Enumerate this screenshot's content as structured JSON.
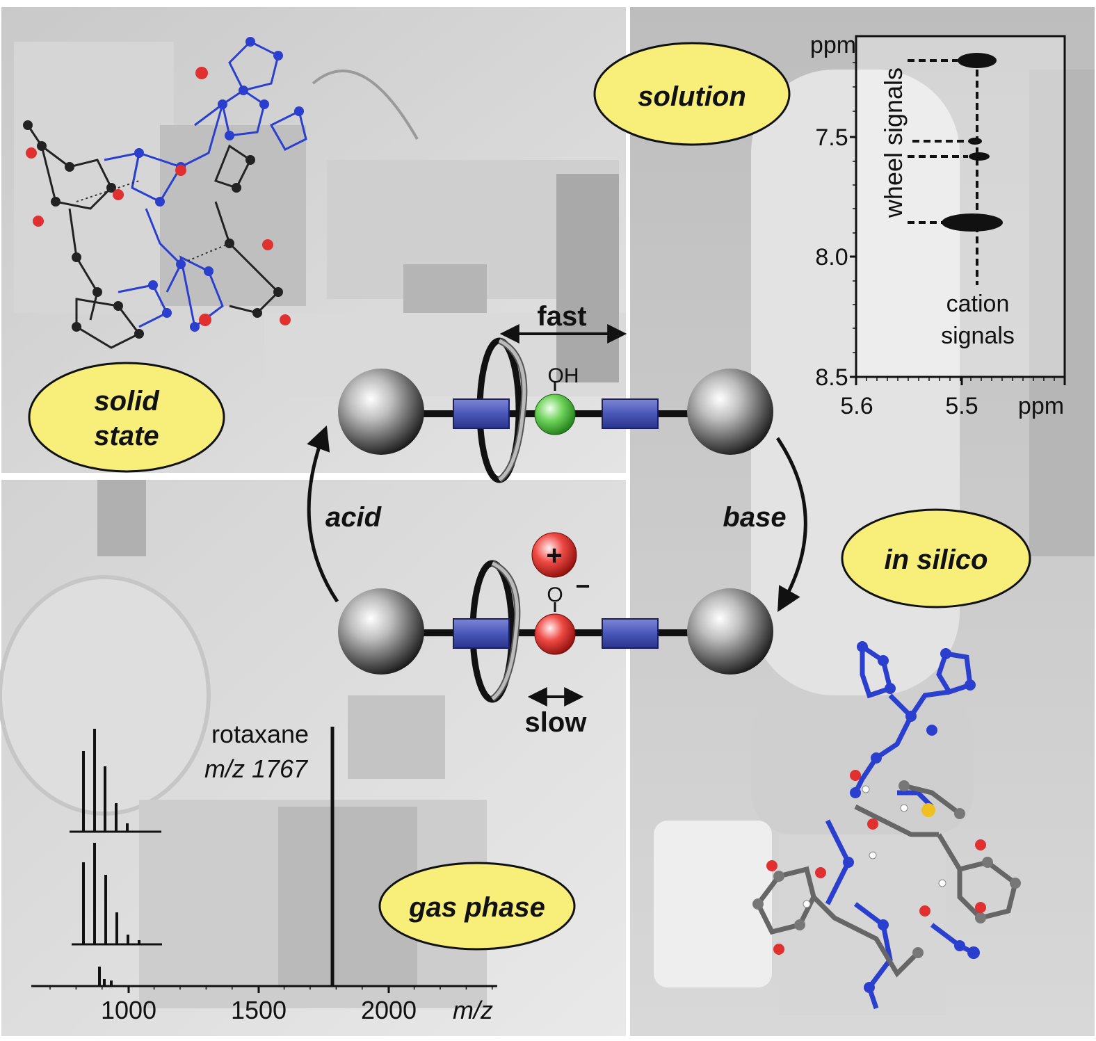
{
  "labels": {
    "solid_state_line1": "solid",
    "solid_state_line2": "state",
    "solution": "solution",
    "gas_phase": "gas phase",
    "in_silico": "in silico",
    "acid": "acid",
    "base": "base",
    "fast": "fast",
    "slow": "slow",
    "oh": "OH",
    "o_minus": "O",
    "plus": "+",
    "minus": "−"
  },
  "nmr": {
    "y_unit": "ppm",
    "x_unit": "ppm",
    "wheel_label": "wheel signals",
    "cation_label_line1": "cation",
    "cation_label_line2": "signals",
    "y_ticks": [
      "7.5",
      "8.0",
      "8.5"
    ],
    "x_ticks": [
      "5.6",
      "5.5"
    ]
  },
  "ms": {
    "peak_label": "rotaxane",
    "peak_mz": "m/z 1767",
    "x_unit": "m/z",
    "x_ticks": [
      "1000",
      "1500",
      "2000"
    ]
  },
  "colors": {
    "bubble": "#f7ef7a",
    "station": "#4a57b8",
    "hydroxyl": "#5cc14a",
    "anion": "#e0302a",
    "atom_blue": "#2b3fcf",
    "atom_red": "#e03030"
  }
}
